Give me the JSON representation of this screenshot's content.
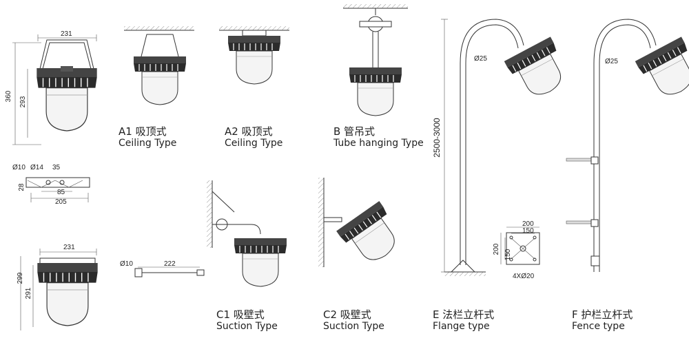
{
  "captions": {
    "a1": {
      "code": "A1 吸顶式",
      "en": "Ceiling  Type"
    },
    "a2": {
      "code": "A2 吸顶式",
      "en": "Ceiling  Type"
    },
    "b": {
      "code": "B 管吊式",
      "en": "Tube hanging Type"
    },
    "c1": {
      "code": "C1 吸壁式",
      "en": "Suction Type"
    },
    "c2": {
      "code": "C2 吸壁式",
      "en": "Suction Type"
    },
    "e": {
      "code": "E 法栏立杆式",
      "en": "Flange type"
    },
    "f": {
      "code": "F 护栏立杆式",
      "en": "Fence type"
    }
  },
  "dims": {
    "top_width": "231",
    "top_h_total": "360",
    "top_h_body": "293",
    "mount_d1": "Ø10",
    "mount_d2": "Ø14",
    "mount_35": "35",
    "mount_28": "28",
    "mount_85": "85",
    "mount_205": "205",
    "bot_width": "231",
    "bot_h_total": "299",
    "bot_h_body": "291",
    "bolt_d": "Ø10",
    "bolt_len": "222",
    "pole_d_e": "Ø25",
    "pole_height": "2500-3000",
    "flange_200w": "200",
    "flange_150w": "150",
    "flange_200h": "200",
    "flange_150h": "150",
    "flange_holes": "4XØ20",
    "pole_d_f": "Ø25"
  },
  "colors": {
    "line": "#333333",
    "fixture": "#2b2b2b",
    "glass": "#f4f4f4"
  }
}
